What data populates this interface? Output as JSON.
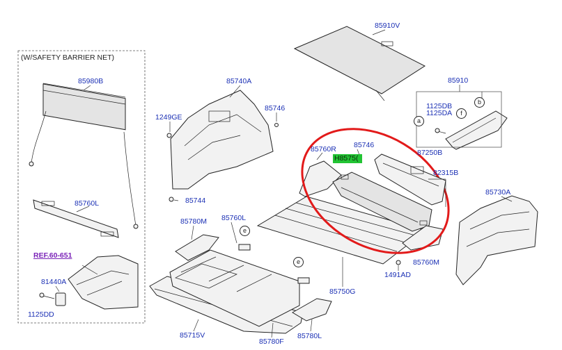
{
  "diagram": {
    "safety_net_note": "(W/SAFETY BARRIER NET)",
    "ref_link": "REF.60-651",
    "highlighted_label": "H8575(",
    "accent_color": "#22c434",
    "ellipse_color": "#e21a1a",
    "label_color": "#1a2fb4",
    "labels": {
      "p85910V": "85910V",
      "p85980B": "85980B",
      "p85740A": "85740A",
      "p85746a": "85746",
      "p1249GE": "1249GE",
      "p85910": "85910",
      "p1125DB": "1125DB",
      "p1125DA": "1125DA",
      "p85760R": "85760R",
      "p85746b": "85746",
      "p87250B": "87250B",
      "p82315B": "82315B",
      "p85744": "85744",
      "p85760La": "85760L",
      "p85730A": "85730A",
      "p85780M": "85780M",
      "p85760Lb": "85760L",
      "p85760M": "85760M",
      "p1491AD": "1491AD",
      "p81440A": "81440A",
      "p85750G": "85750G",
      "p1125DD": "1125DD",
      "p85715V": "85715V",
      "p85780F": "85780F",
      "p85780L": "85780L"
    },
    "callouts": {
      "a": "a",
      "b": "b",
      "f": "f",
      "e1": "e",
      "e2": "e"
    }
  }
}
